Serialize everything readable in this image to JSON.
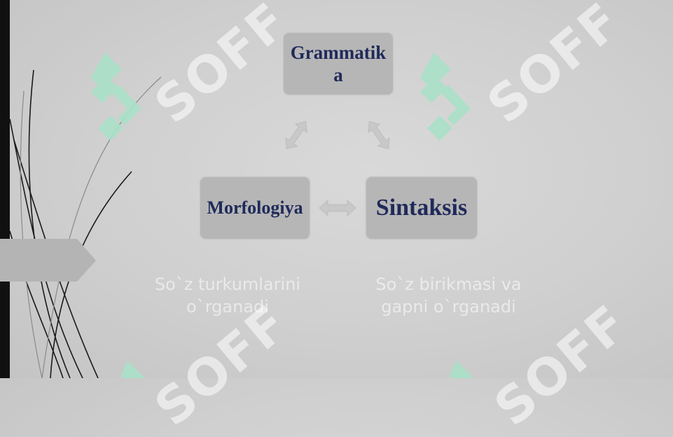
{
  "diagram": {
    "top": {
      "label": "Grammatika"
    },
    "left": {
      "label": "Morfologiya",
      "description": "So`z turkumlarini o`rganadi"
    },
    "right": {
      "label": "Sintaksis",
      "description": "So`z birikmasi va gapni o`rganadi"
    }
  },
  "watermark": {
    "text": "SOFF"
  },
  "colors": {
    "box_fill": "#b6b6b6",
    "label_text": "#1f2a5a",
    "accent_bar": "#111111",
    "watermark_logo": "#a8e0c8"
  }
}
